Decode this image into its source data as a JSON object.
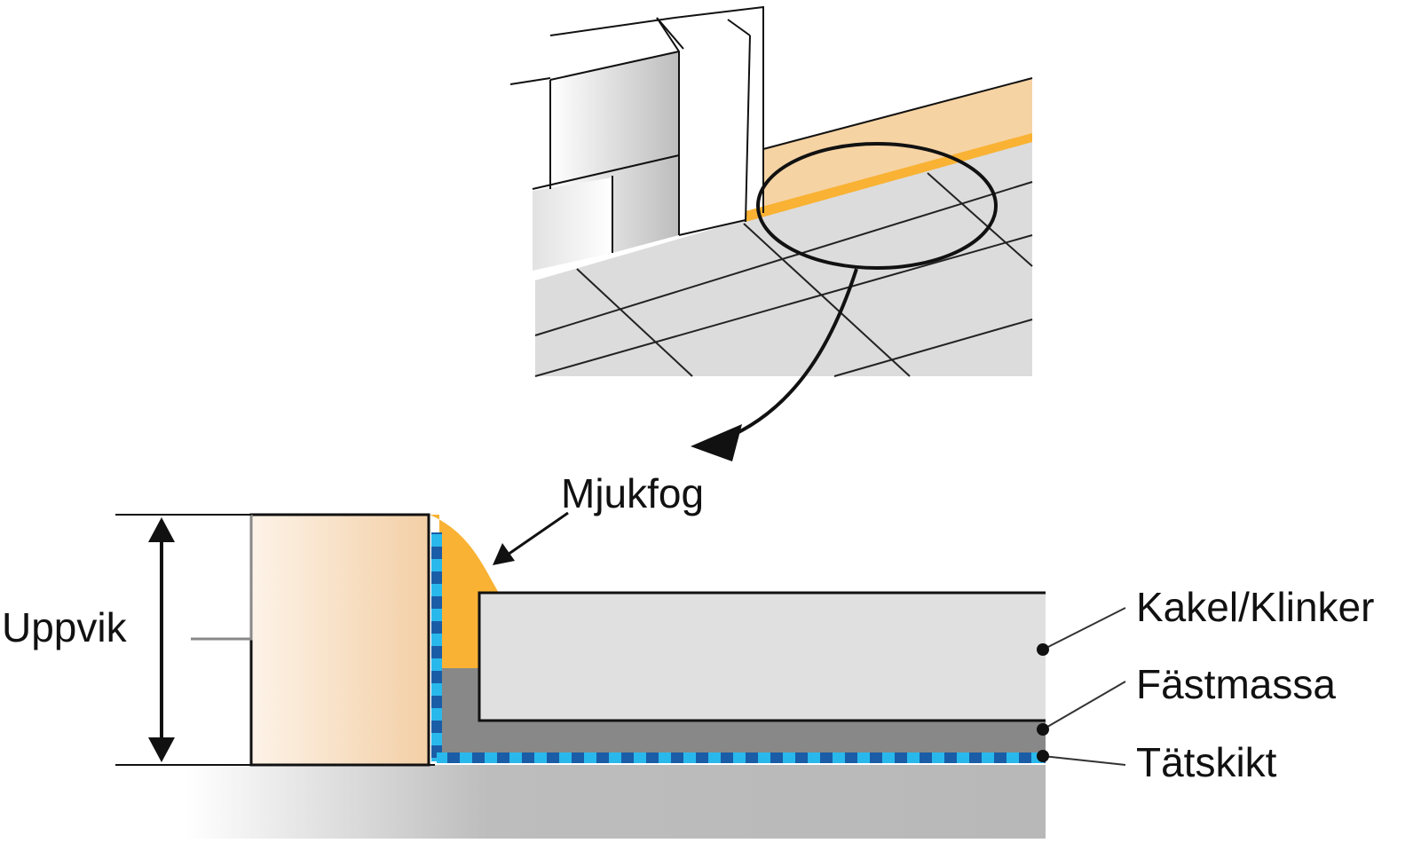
{
  "labels": {
    "soft_joint": "Mjukfog",
    "upturn": "Uppvik",
    "tile": "Kakel/Klinker",
    "adhesive": "Fästmassa",
    "membrane": "Tätskikt"
  },
  "colors": {
    "sealant": "#f9b233",
    "sealant_light": "#f6d3a3",
    "tile": "#e0e0e0",
    "adhesive": "#888888",
    "membrane_dark": "#1a5da6",
    "membrane_light": "#29b8ec",
    "substrate": "#bdbdbd",
    "wall_block": "#f3cfa5",
    "outline": "#111111"
  },
  "icons": {
    "dimension_arrow": "double-headed-arrow-icon",
    "callout_arrow": "curved-arrow-icon",
    "leader_dot": "leader-dot-icon"
  }
}
